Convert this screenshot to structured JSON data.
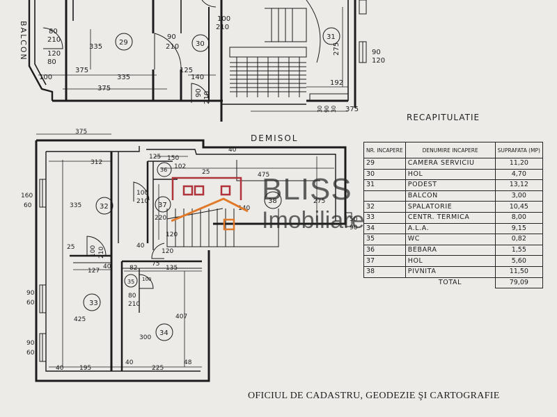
{
  "upper_floor": {
    "balcon_label": "BALCON",
    "dims": [
      "80",
      "210",
      "120",
      "80",
      "335",
      "100",
      "375",
      "375",
      "335",
      "90",
      "210",
      "125",
      "140",
      "90",
      "210",
      "100",
      "210",
      "275",
      "90",
      "120",
      "192",
      "30",
      "90",
      "30",
      "375"
    ],
    "rooms": [
      "29",
      "30",
      "31"
    ]
  },
  "demisol": {
    "title": "DEMISOL",
    "dims": [
      "375",
      "312",
      "160",
      "60",
      "335",
      "25",
      "127",
      "40",
      "100",
      "210",
      "425",
      "90",
      "60",
      "90",
      "60",
      "40",
      "195",
      "40",
      "225",
      "48",
      "125",
      "150",
      "102",
      "25",
      "100",
      "210",
      "40",
      "475",
      "275",
      "50",
      "90",
      "220",
      "40",
      "75",
      "82",
      "135",
      "100",
      "80",
      "210",
      "407",
      "300",
      "120",
      "140",
      "120"
    ],
    "rooms": [
      "32",
      "33",
      "34",
      "35",
      "36",
      "37",
      "38"
    ]
  },
  "recap": {
    "title": "RECAPITULATIE",
    "headers": {
      "nr": "NR. INCAPERE",
      "name": "DENUMIRE INCAPERE",
      "area": "SUPRAFATA (MP)"
    },
    "rows": [
      {
        "nr": "29",
        "name": "CAMERA SERVICIU",
        "area": "11,20"
      },
      {
        "nr": "30",
        "name": "HOL",
        "area": "4,70"
      },
      {
        "nr": "31",
        "name": "PODEST",
        "area": "13,12"
      },
      {
        "nr": "",
        "name": "BALCON",
        "area": "3,00"
      },
      {
        "nr": "32",
        "name": "SPALATORIE",
        "area": "10,45"
      },
      {
        "nr": "33",
        "name": "CENTR. TERMICA",
        "area": "8,00"
      },
      {
        "nr": "34",
        "name": "A.L.A.",
        "area": "9,15"
      },
      {
        "nr": "35",
        "name": "WC",
        "area": "0,82"
      },
      {
        "nr": "36",
        "name": "BEBARA",
        "area": "1,55"
      },
      {
        "nr": "37",
        "name": "HOL",
        "area": "5,60"
      },
      {
        "nr": "38",
        "name": "PIVNITA",
        "area": "11,50"
      }
    ],
    "total_label": "TOTAL",
    "total_value": "79,09"
  },
  "watermark": {
    "line1": "BLISS",
    "line2": "Imobiliare"
  },
  "footer": "OFICIUL DE CADASTRU, GEODEZIE ŞI CARTOGRAFIE",
  "colors": {
    "paper": "#ecebe8",
    "ink": "#1b1b1b",
    "logo_red": "#b0323a",
    "logo_orange": "#e07a2a"
  }
}
